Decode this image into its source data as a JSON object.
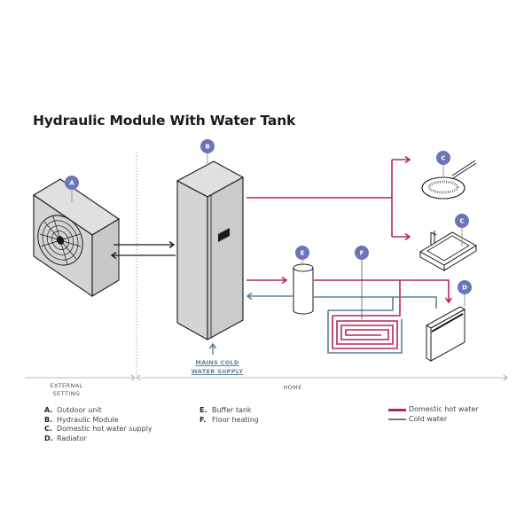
{
  "title": "Hydraulic Module With Water Tank",
  "colors": {
    "hot_water": "#b5265a",
    "cold_water": "#5d7f95",
    "badge": "#6b74b8",
    "unit_fill": "#d4d4d4",
    "outline": "#1a1a1a"
  },
  "badges": {
    "outdoor_unit": "A",
    "hydraulic_module": "B",
    "shower": "C",
    "sink": "C",
    "radiator": "D",
    "buffer_tank": "E",
    "floor_heating": "F"
  },
  "zones": {
    "external_line1": "EXTERNAL",
    "external_line2": "SETTING",
    "home": "HOME"
  },
  "mains": {
    "line1": "MAINS COLD",
    "line2": "WATER SUPPLY"
  },
  "legend": {
    "col1": [
      {
        "letter": "A.",
        "label": "Outdoor unit"
      },
      {
        "letter": "B.",
        "label": "Hydraulic Module"
      },
      {
        "letter": "C.",
        "label": "Domestic hot water supply"
      },
      {
        "letter": "D.",
        "label": "Radiator"
      }
    ],
    "col2": [
      {
        "letter": "E.",
        "label": "Buffer tank"
      },
      {
        "letter": "F.",
        "label": "Floor heating"
      }
    ]
  },
  "key": [
    {
      "label": "Domestic hot water",
      "type": "hot_water"
    },
    {
      "label": "Cold water",
      "type": "cold_water"
    }
  ]
}
